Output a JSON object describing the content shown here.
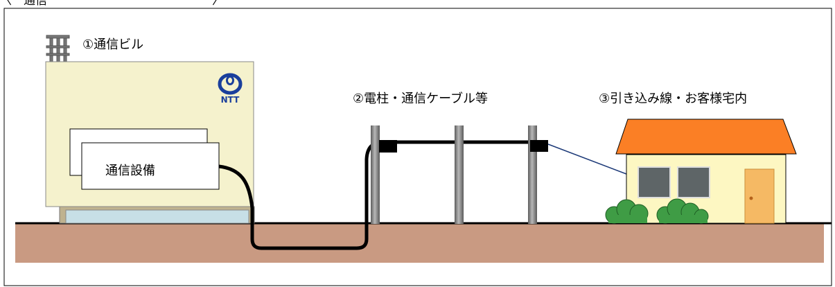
{
  "header_text": "〈　通信　　　　　　　　　　　　　　〉",
  "labels": {
    "exchange": "①通信ビル",
    "pole": "②電柱・通信ケーブル等",
    "house": "③引き込み線・お客様宅内",
    "equipment": "通信設備"
  },
  "logo": {
    "text": "NTT",
    "color": "#1a3f9c"
  },
  "colors": {
    "building": "#f5f2cd",
    "building_base": "#c7dfe6",
    "ground": "#c99a82",
    "pole": "#888888",
    "roof": "#fb7f25",
    "wall": "#fdf7c2",
    "window": "#5e6567",
    "door": "#f5b964",
    "bush": "#3f9c45",
    "cable": "#000000",
    "dropwire": "#1d3a78"
  },
  "icons": [
    "antenna-tower-icon",
    "ntt-logo-icon"
  ]
}
